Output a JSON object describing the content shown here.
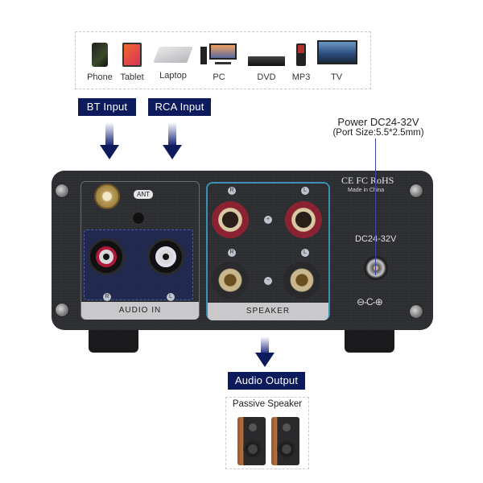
{
  "sources": {
    "devices": [
      {
        "name": "Phone",
        "icon": "phone-icon"
      },
      {
        "name": "Tablet",
        "icon": "tablet-icon"
      },
      {
        "name": "Laptop",
        "icon": "laptop-icon"
      },
      {
        "name": "PC",
        "icon": "desktop-pc-icon"
      },
      {
        "name": "DVD",
        "icon": "dvd-player-icon"
      },
      {
        "name": "MP3",
        "icon": "mp3-player-icon"
      },
      {
        "name": "TV",
        "icon": "tv-icon"
      }
    ]
  },
  "inputs": {
    "bt_label": "BT Input",
    "rca_label": "RCA Input"
  },
  "power": {
    "title": "Power DC24-32V",
    "port_size": "(Port Size:5.5*2.5mm)"
  },
  "amp": {
    "certifications": "CE FC RoHS",
    "made_in": "Made in China",
    "ant_label": "ANT",
    "audio_in_label": "AUDIO IN",
    "speaker_label": "SPEAKER",
    "dc_label": "DC24-32V",
    "polarity": "⊖-C-⊕",
    "rca_right": "R",
    "rca_left": "L",
    "spk_right": "R",
    "spk_left": "L",
    "plus": "+",
    "minus": "−"
  },
  "output": {
    "label": "Audio Output",
    "speaker_title": "Passive Speaker"
  },
  "colors": {
    "tag_bg": "#0d1a5c",
    "amp_body": "#2d2e31",
    "speaker_panel_border": "#3b8fb0",
    "rca_red": "#b0183a",
    "rca_white": "#e0e0ea"
  }
}
